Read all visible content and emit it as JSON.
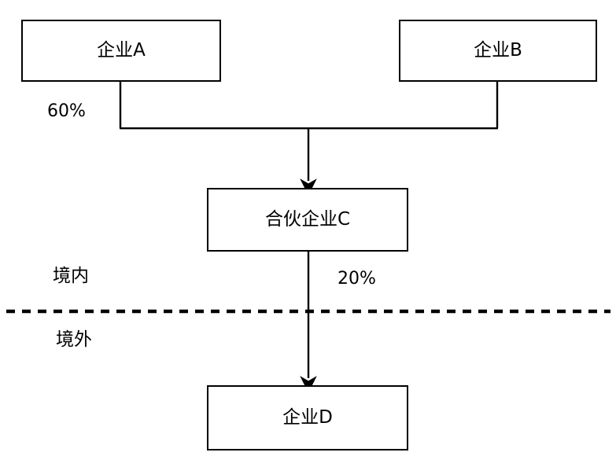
{
  "diagram": {
    "type": "ownership-structure-flowchart",
    "background_color": "#ffffff",
    "line_color": "#000000",
    "nodes": [
      {
        "id": "a",
        "label": "企业A"
      },
      {
        "id": "b",
        "label": "企业B"
      },
      {
        "id": "c",
        "label": "合伙企业C"
      },
      {
        "id": "d",
        "label": "企业D"
      }
    ],
    "edge_labels": {
      "a_to_c": "60%",
      "c_to_d": "20%"
    },
    "region_labels": {
      "above": "境内",
      "below": "境外"
    },
    "divider": {
      "style": "dashed",
      "name": "jurisdiction-divider"
    }
  }
}
